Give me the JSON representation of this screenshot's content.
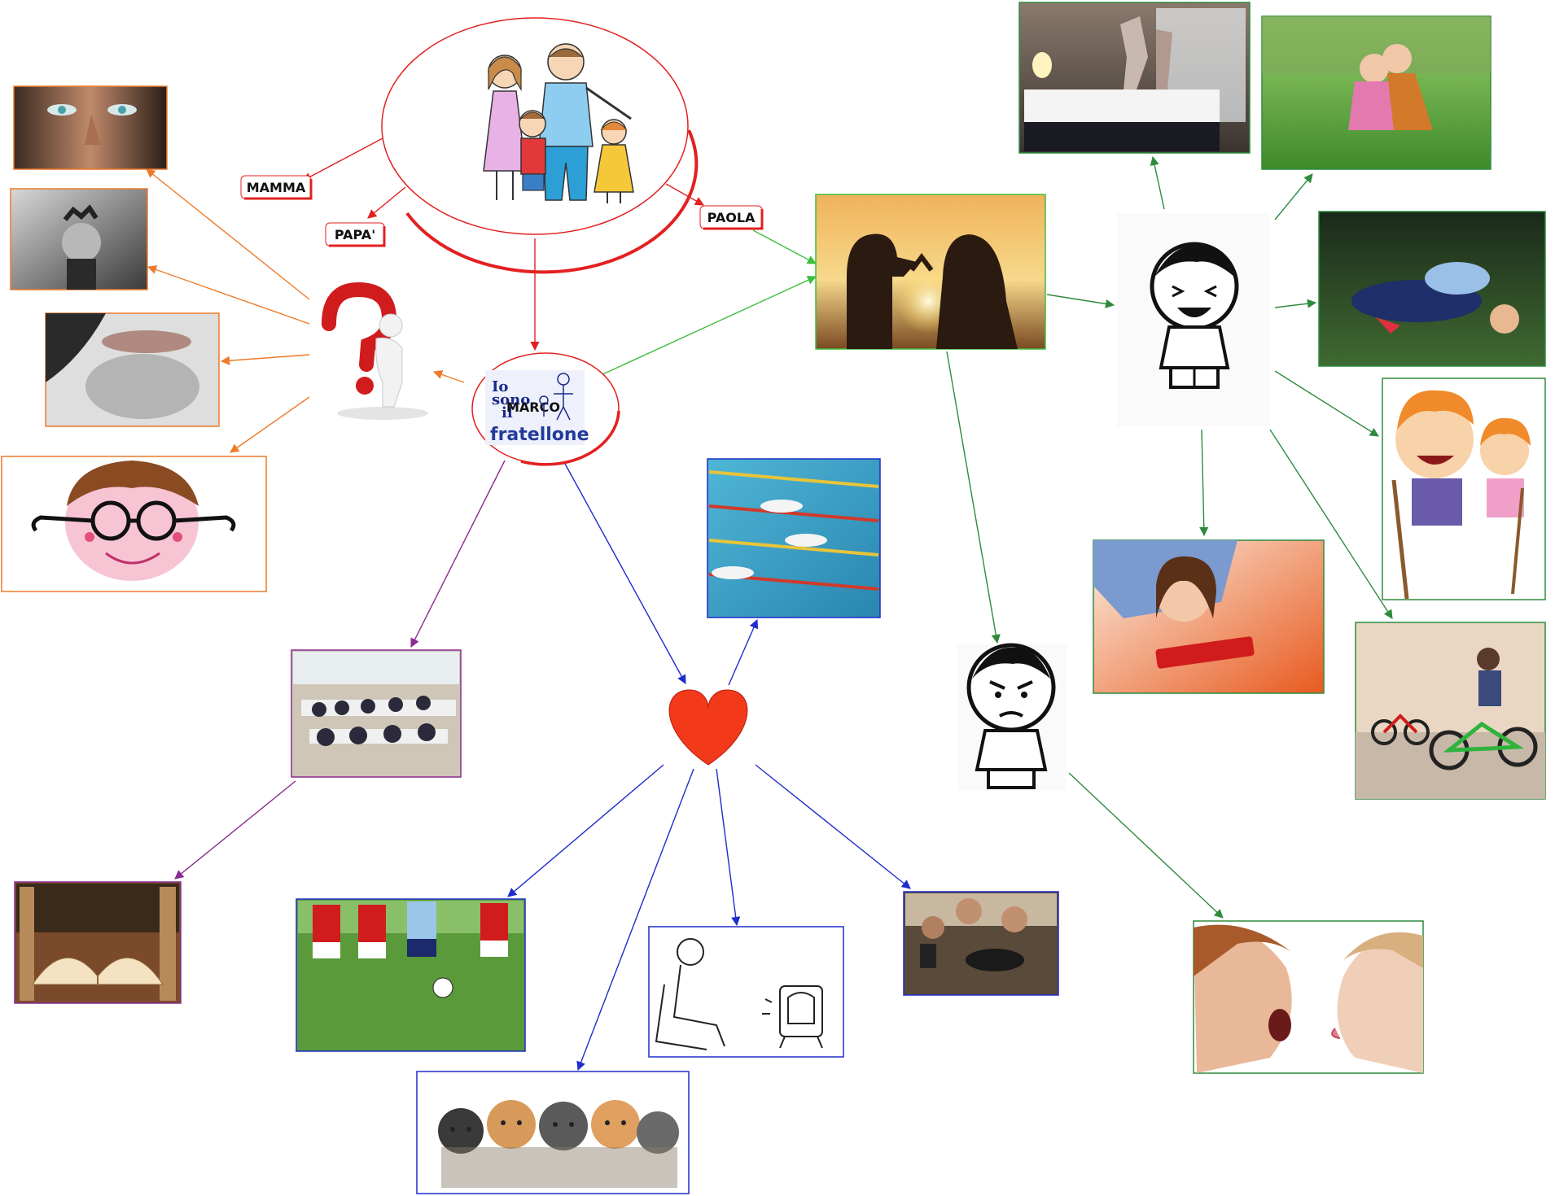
{
  "map": {
    "mamma_label": "MAMMA",
    "papa_label": "PAPA'",
    "paola_label": "PAOLA",
    "center_line1": "Io",
    "center_line2": "sono",
    "center_line3": "il",
    "center_name": "MARCO",
    "center_word": "fratellone"
  },
  "colors": {
    "family": "#e32020",
    "orange": "#ee7a2a",
    "green": "#3fbf3f",
    "darkgreen": "#2e8b3e",
    "purple": "#8a2b8f",
    "blue": "#1f2ccc",
    "heart": "#f23a1a"
  },
  "icons": {
    "family": "family-drawing-icon",
    "question": "question-mark-figure-icon",
    "heart": "heart-icon",
    "happy": "happy-kid-icon",
    "grumpy": "grumpy-kid-icon"
  }
}
